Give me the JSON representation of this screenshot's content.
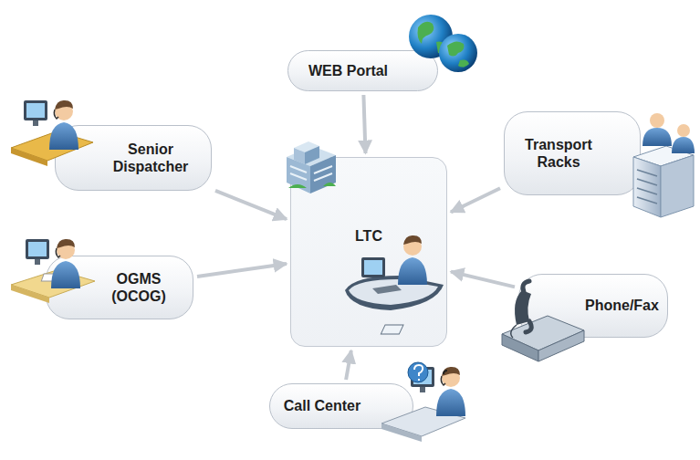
{
  "diagram": {
    "nodes": [
      {
        "text": [
          "WEB Portal"
        ]
      },
      {
        "text": [
          "Senior Dispatcher"
        ]
      },
      {
        "text": [
          "Transport Racks"
        ]
      },
      {
        "text": [
          "LTC"
        ]
      },
      {
        "text": [
          "OGMS (OCOG)"
        ]
      },
      {
        "text": [
          "Phone/Fax"
        ]
      },
      {
        "text": [
          "Call Center"
        ]
      }
    ],
    "edges": [
      {
        "from": 0,
        "to": 3,
        "arrow": "to"
      },
      {
        "from": 1,
        "to": 3,
        "arrow": "to"
      },
      {
        "from": 2,
        "to": 3,
        "arrow": "to"
      },
      {
        "from": 4,
        "to": 3,
        "arrow": "to"
      },
      {
        "from": 5,
        "to": 3,
        "arrow": "to"
      },
      {
        "from": 6,
        "to": 3,
        "arrow": "to"
      }
    ]
  }
}
